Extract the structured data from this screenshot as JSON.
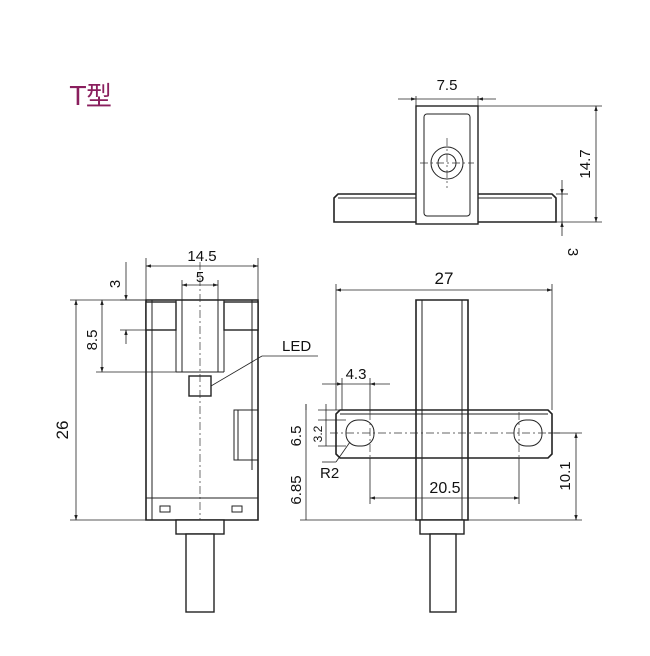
{
  "title": "T型",
  "labels": {
    "led": "LED",
    "radius": "R2"
  },
  "dims": {
    "top_width": "7.5",
    "top_height": "14.7",
    "top_flange": "3",
    "front_width": "14.5",
    "front_slot": "5",
    "front_top": "3",
    "front_depth": "8.5",
    "front_height": "26",
    "side_length": "27",
    "side_hole_x": "4.3",
    "side_hole_upper": "6.5",
    "side_hole_dia": "3.2",
    "side_hole_lower": "6.85",
    "side_hole_pitch": "20.5",
    "side_flange_h": "10.1"
  }
}
